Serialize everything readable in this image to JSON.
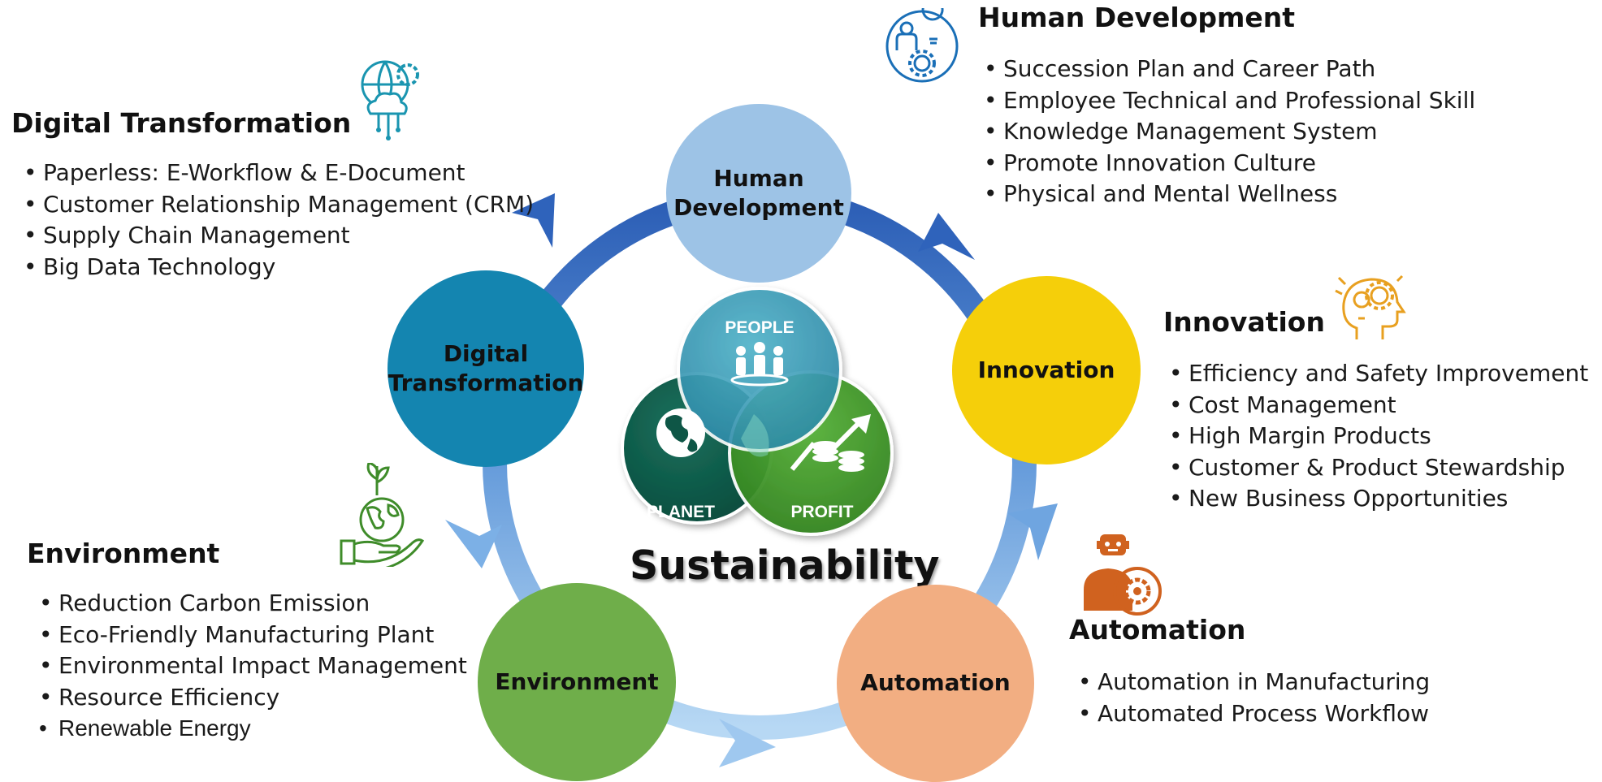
{
  "center": {
    "title": "Sustainability",
    "venn": {
      "people": "PEOPLE",
      "planet": "PLANET",
      "profit": "PROFIT"
    }
  },
  "nodes": {
    "human": {
      "line1": "Human",
      "line2": "Development",
      "color": "#9dc3e6"
    },
    "digital": {
      "line1": "Digital",
      "line2": "Transformation",
      "color": "#1485b0"
    },
    "innovation": {
      "label": "Innovation",
      "color": "#f5cf0a"
    },
    "environment": {
      "label": "Environment",
      "color": "#6fae4a"
    },
    "automation": {
      "label": "Automation",
      "color": "#f2ae82"
    }
  },
  "sections": {
    "human": {
      "title": "Human Development",
      "icon": "people-idea-gear-icon",
      "items": [
        "Succession Plan and Career Path",
        "Employee Technical and Professional Skill",
        "Knowledge Management System",
        "Promote Innovation Culture",
        "Physical and Mental Wellness"
      ]
    },
    "digital": {
      "title": "Digital Transformation",
      "icon": "globe-cloud-gear-icon",
      "items": [
        "Paperless: E-Workflow & E-Document",
        "Customer Relationship Management (CRM)",
        "Supply Chain Management",
        "Big Data Technology"
      ]
    },
    "innovation": {
      "title": "Innovation",
      "icon": "head-gear-bulb-icon",
      "items": [
        "Efficiency and Safety Improvement",
        "Cost Management",
        "High Margin Products",
        "Customer & Product Stewardship",
        "New Business Opportunities"
      ]
    },
    "environment": {
      "title": "Environment",
      "icon": "hand-globe-sprout-icon",
      "items": [
        "Reduction Carbon Emission",
        "Eco-Friendly Manufacturing Plant",
        "Environmental Impact Management",
        "Resource Efficiency",
        "Renewable Energy"
      ]
    },
    "automation": {
      "title": "Automation",
      "icon": "robot-gear-cycle-icon",
      "items": [
        "Automation in Manufacturing",
        "Automated Process Workflow"
      ]
    }
  },
  "colors": {
    "ring_top": "#2c5fb7",
    "ring_bottom": "#a8cdf0",
    "venn_people": "#3a9fbb",
    "venn_planet": "#0f5a4a",
    "venn_profit": "#3f9b2a",
    "icon_blue": "#1a6fb7",
    "icon_teal": "#1a95b0",
    "icon_orange": "#e8a020",
    "icon_green": "#3f8c2a",
    "icon_rust": "#d0621f"
  }
}
